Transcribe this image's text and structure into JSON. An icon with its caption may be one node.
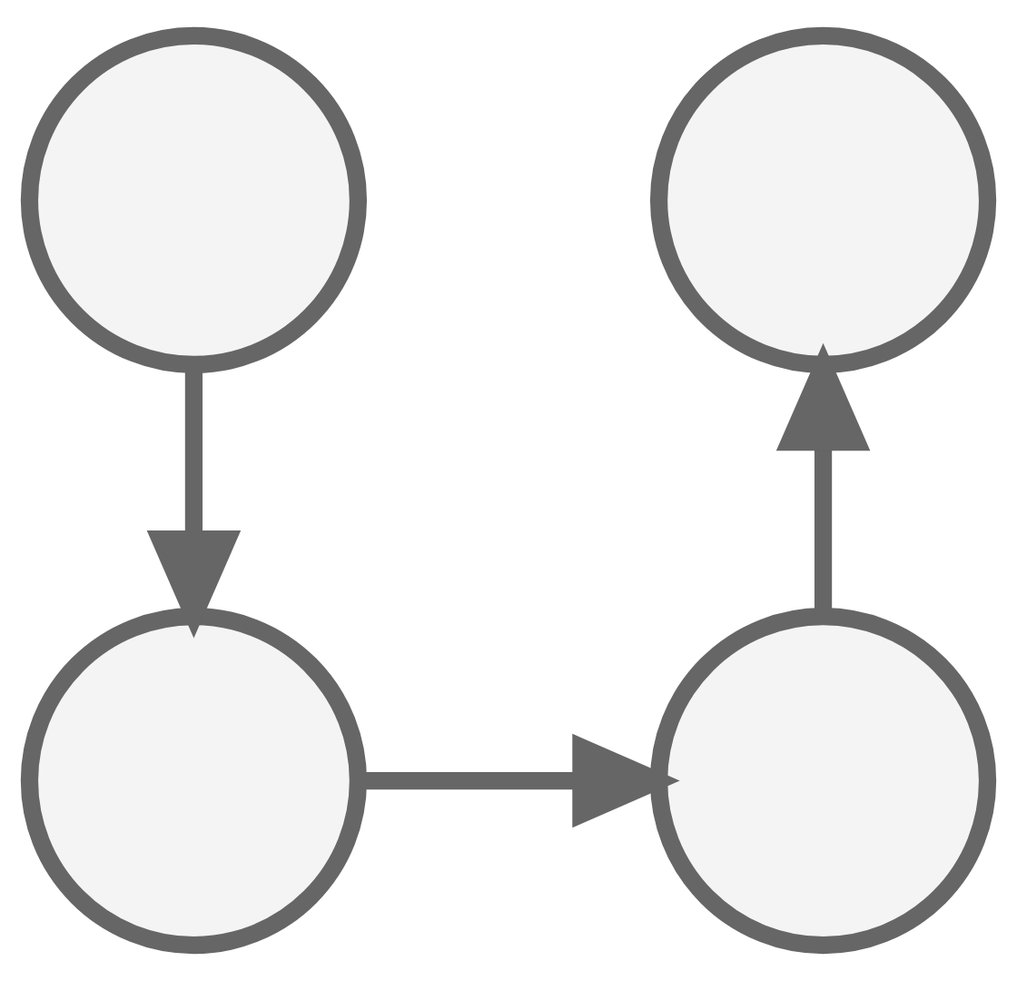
{
  "diagram": {
    "nodes": [
      {
        "text": [],
        "shape": "circle"
      },
      {
        "text": [],
        "shape": "circle"
      },
      {
        "text": [],
        "shape": "circle"
      },
      {
        "text": [],
        "shape": "circle"
      }
    ],
    "edges": [
      {
        "from": 0,
        "to": 2,
        "arrow": "to"
      },
      {
        "from": 2,
        "to": 3,
        "arrow": "to"
      },
      {
        "from": 3,
        "to": 1,
        "arrow": "to"
      }
    ]
  }
}
